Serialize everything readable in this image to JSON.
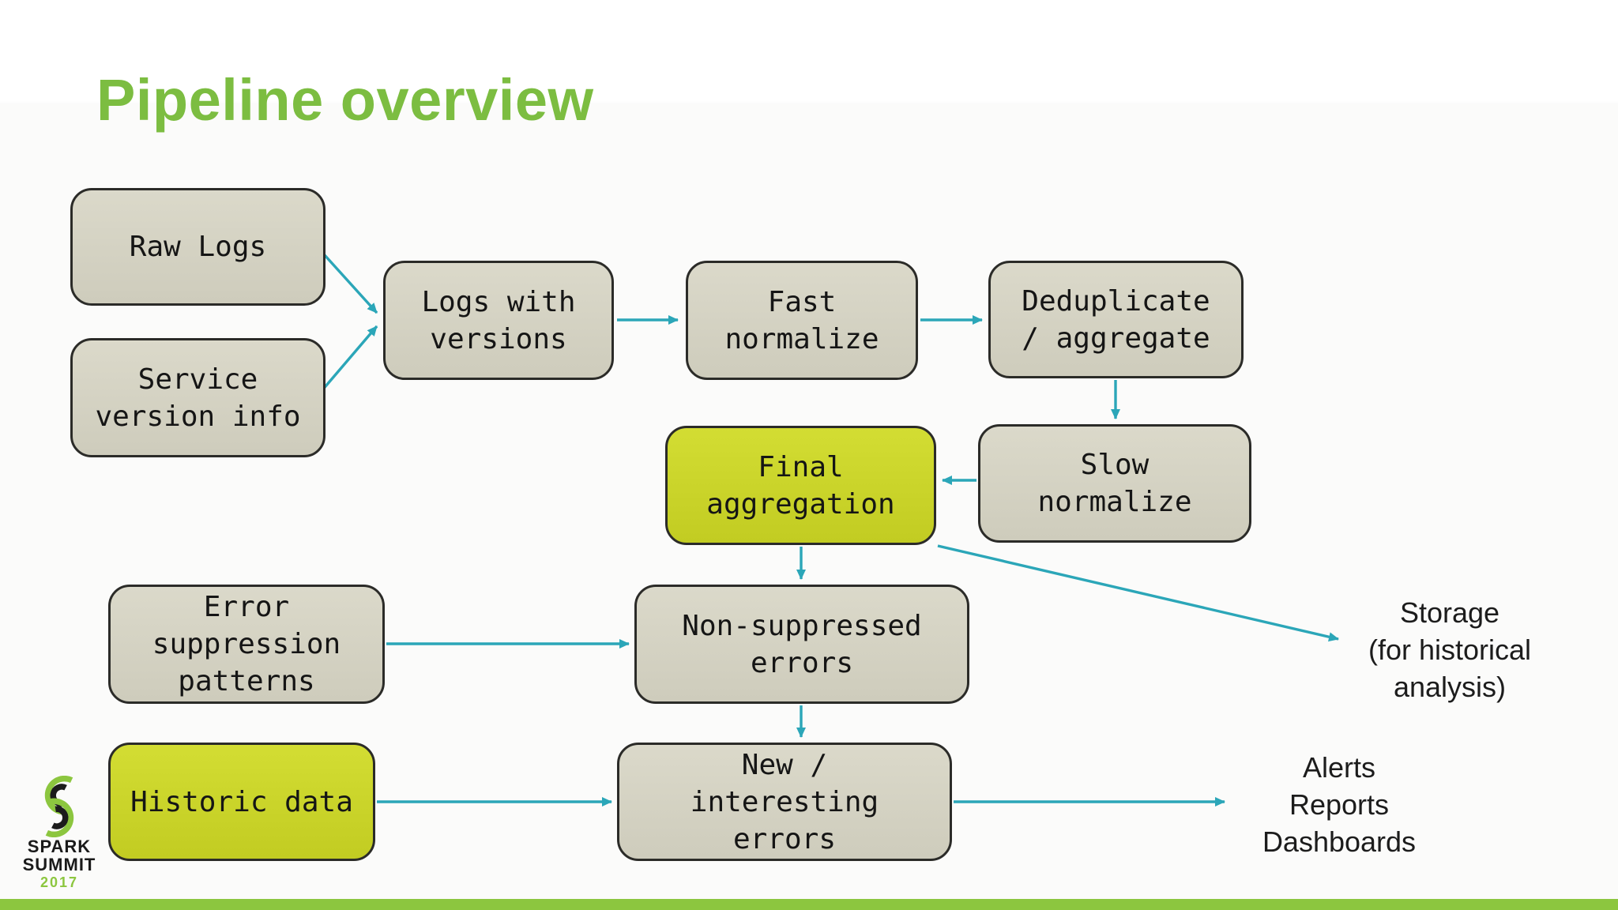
{
  "title": "Pipeline overview",
  "nodes": [
    {
      "id": "raw-logs",
      "label": "Raw Logs",
      "highlight": false
    },
    {
      "id": "service-version-info",
      "label": "Service\nversion info",
      "highlight": false
    },
    {
      "id": "logs-with-versions",
      "label": "Logs with\nversions",
      "highlight": false
    },
    {
      "id": "fast-normalize",
      "label": "Fast\nnormalize",
      "highlight": false
    },
    {
      "id": "deduplicate-aggregate",
      "label": "Deduplicate\n/ aggregate",
      "highlight": false
    },
    {
      "id": "slow-normalize",
      "label": "Slow\nnormalize",
      "highlight": false
    },
    {
      "id": "final-aggregation",
      "label": "Final\naggregation",
      "highlight": true
    },
    {
      "id": "error-suppression-patterns",
      "label": "Error\nsuppression\npatterns",
      "highlight": false
    },
    {
      "id": "non-suppressed-errors",
      "label": "Non-suppressed\nerrors",
      "highlight": false
    },
    {
      "id": "historic-data",
      "label": "Historic data",
      "highlight": true
    },
    {
      "id": "new-interesting-errors",
      "label": "New /\ninteresting\nerrors",
      "highlight": false
    }
  ],
  "outputs": {
    "storage": "Storage\n(for historical\nanalysis)",
    "alerts": "Alerts\nReports\nDashboards"
  },
  "logo": {
    "line1": "SPARK",
    "line2": "SUMMIT",
    "year": "2017"
  },
  "colors": {
    "title_green": "#7cbd41",
    "bar_green": "#8cc63f",
    "box_fill": "#d5d3c4",
    "box_border": "#2b2b28",
    "highlight_fill": "#cad42d",
    "arrow_teal": "#2ba6b8",
    "text_dark": "#151515"
  }
}
